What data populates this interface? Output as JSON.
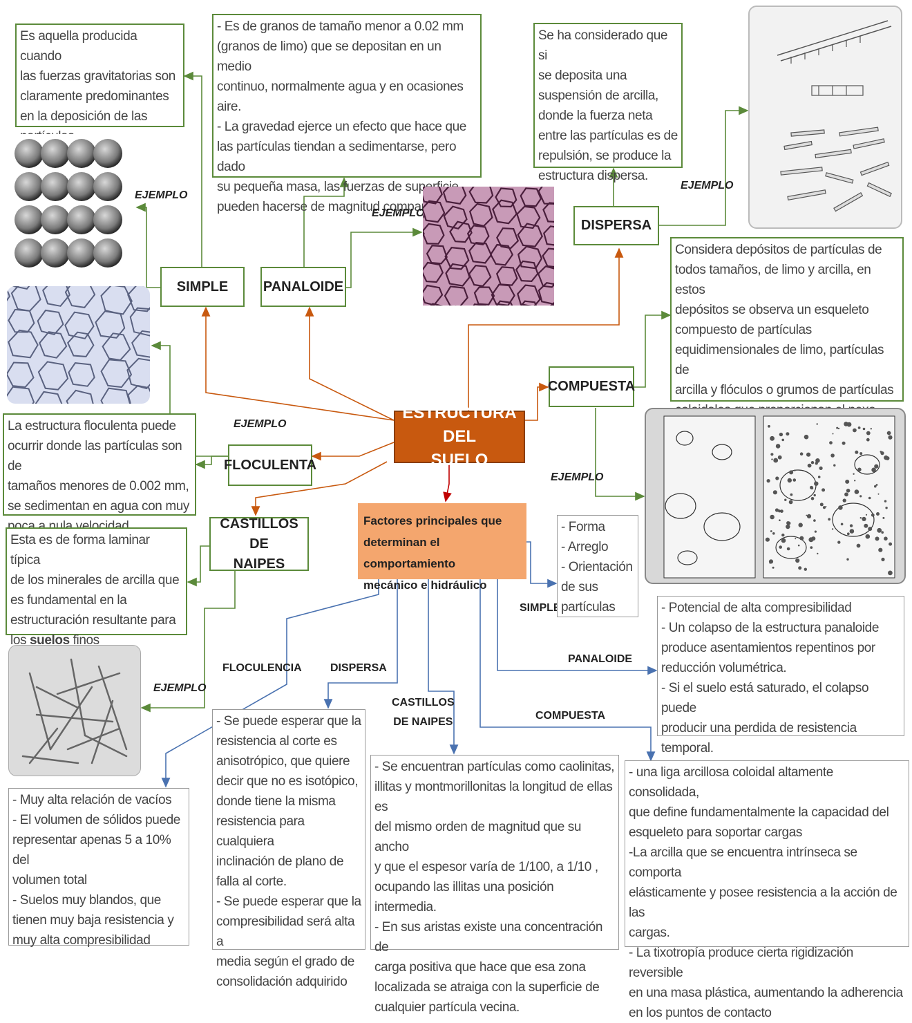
{
  "center": {
    "title": "ESTRUCTURA DEL\nSUELO"
  },
  "nodes": {
    "simple": "SIMPLE",
    "panaloide": "PANALOIDE",
    "dispersa": "DISPERSA",
    "compuesta": "COMPUESTA",
    "floculenta": "FLOCULENTA",
    "castillos": "CASTILLOS DE\nNAIPES"
  },
  "factors": "Factores principales que\ndeterminan el comportamiento\nmecánico e hidráulico",
  "example_label": "EJEMPLO",
  "descriptions": {
    "simple": "Es aquella producida cuando\nlas fuerzas gravitatorias son\nclaramente predominantes\nen la deposición de las\npartículas.",
    "panaloide": "- Es de granos de tamaño menor a 0.02 mm\n(granos de limo) que se depositan en un medio\ncontinuo, normalmente agua y en ocasiones\naire.\n- La gravedad ejerce un efecto que hace que\nlas partículas tiendan a sedimentarse, pero dado\nsu pequeña masa, las fuerzas de superficie\npueden hacerse de magnitud comparable.",
    "dispersa": "Se ha considerado que si\nse deposita una\nsuspensión de arcilla,\ndonde la fuerza neta\nentre las partículas es de\nrepulsión, se produce la\nestructura dispersa.",
    "compuesta": "Considera depósitos de partículas de\ntodos tamaños, de limo y arcilla, en estos\ndepósitos se observa un esqueleto\ncompuesto de partículas\nequidimensionales de limo, partículas de\narcilla y flóculos o grumos de partículas\ncoloidales que proporcionan el nexo\nentre ellos.",
    "floculenta": "La estructura floculenta puede\nocurrir donde las partículas son de\ntamaños menores de 0.002 mm,\nse sedimentan en agua con muy\npoca a nula velocidad.",
    "castillos_pre": "Esta es de forma laminar típica\nde los minerales de arcilla que\nes fundamental en la\nestructuración resultante para\nlos ",
    "castillos_bold": "suelos",
    "castillos_post": " finos"
  },
  "factor_branches": {
    "simple": {
      "label": "SIMPLE",
      "text": "- Forma\n- Arreglo\n- Orientación\nde sus\npartículas"
    },
    "panaloide": {
      "label": "PANALOIDE",
      "text": "- Potencial de alta compresibilidad\n- Un colapso de la estructura panaloide\nproduce asentamientos repentinos por\nreducción volumétrica.\n- Si el suelo está saturado, el colapso puede\nproducir una perdida de resistencia\ntemporal."
    },
    "floculencia": {
      "label": "FLOCULENCIA",
      "text": "- Muy alta relación de vacíos\n- El volumen de sólidos puede\nrepresentar apenas 5 a 10% del\nvolumen total\n- Suelos muy blandos, que\ntienen muy baja resistencia y\nmuy alta compresibilidad"
    },
    "dispersa": {
      "label": "DISPERSA",
      "text": "- Se puede esperar que la\nresistencia al corte es\nanisotrópico, que quiere\ndecir que no es isotópico,\ndonde tiene la misma\nresistencia para cualquiera\ninclinación de plano de\nfalla al corte.\n - Se puede esperar que la\ncompresibilidad será alta a\nmedia según el grado de\nconsolidación adquirido"
    },
    "castillos": {
      "label": "CASTILLOS\nDE NAIPES",
      "text": "- Se encuentran partículas como caolinitas,\nillitas y montmorillonitas la longitud de ellas es\ndel mismo orden de magnitud que su ancho\ny que el espesor varía de 1/100, a 1/10 ,\nocupando las illitas una posición intermedia.\n- En sus aristas existe una concentración de\ncarga positiva que hace que esa zona\nlocalizada se atraiga con la superficie de\ncualquier partícula vecina."
    },
    "compuesta": {
      "label": "COMPUESTA",
      "text": "- una liga arcillosa coloidal altamente consolidada,\nque define fundamentalmente la capacidad del\nesqueleto para soportar cargas\n-La arcilla que se encuentra intrínseca se comporta\nelásticamente y posee resistencia a la acción de las\ncargas.\n-  La tixotropía produce cierta rigidización reversible\nen una masa plástica, aumentando la adherencia\nen los puntos de contacto"
    }
  },
  "colors": {
    "green": "#5b8a3a",
    "orange": "#c8590f",
    "blue": "#4a72b0",
    "red": "#c00000",
    "factor_fill": "#f4a66e"
  }
}
